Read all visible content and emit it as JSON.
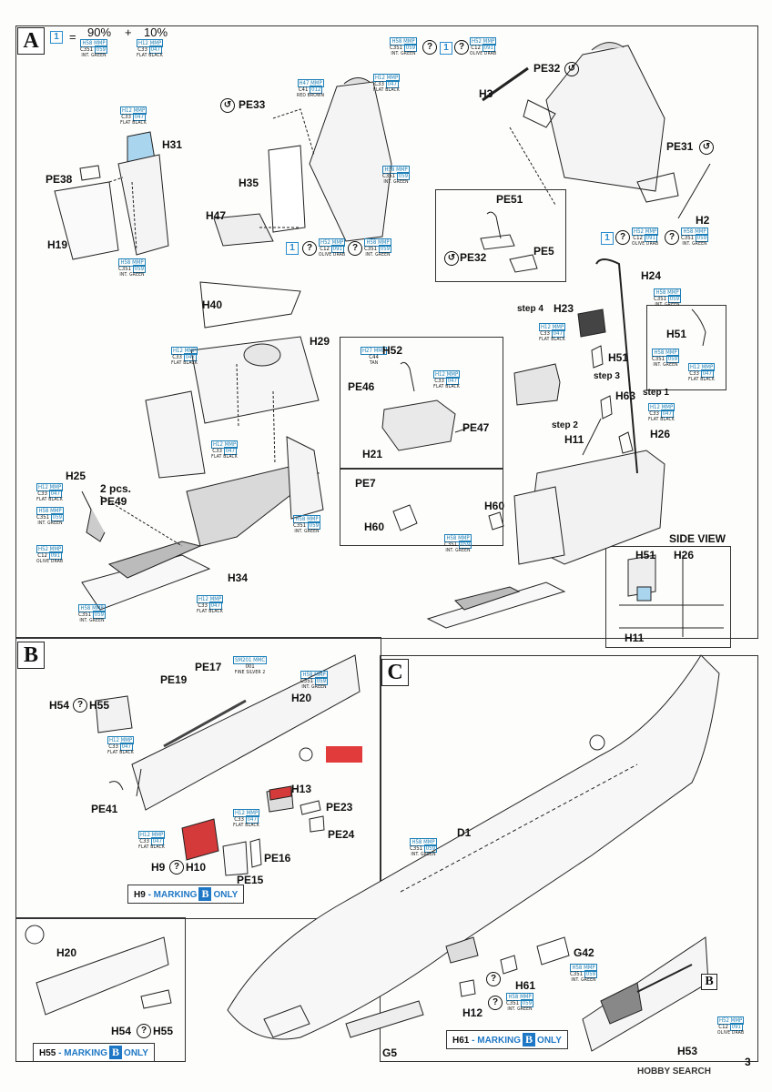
{
  "page_number": "3",
  "watermark": "HOBBY SEARCH",
  "sections": {
    "A": "A",
    "B": "B",
    "C": "C"
  },
  "mix": {
    "step": "1",
    "eq": "=",
    "pct1": "90%",
    "plus": "+",
    "pct2": "10%",
    "c1": {
      "mmp": "H58 MMP",
      "code": "C351",
      "num": "059",
      "name": "INT. GREEN"
    },
    "c2": {
      "mmp": "H12 MMP",
      "code": "C33",
      "num": "047",
      "name": "FLAT BLACK"
    }
  },
  "paints": {
    "intgreen": {
      "mmp": "H58 MMP",
      "code": "C351",
      "num": "059",
      "name": "INT. GREEN"
    },
    "flatblack": {
      "mmp": "H12 MMP",
      "code": "C33",
      "num": "047",
      "name": "FLAT BLACK"
    },
    "olivedrab": {
      "mmp": "H52 MMP",
      "code": "C12",
      "num": "091",
      "name": "OLIVE DRAB"
    },
    "redbrown": {
      "mmp": "H47 MMP",
      "code": "C41",
      "num": "012",
      "name": "RED BROWN"
    },
    "tan": {
      "mmp": "H27 MMP",
      "code": "C44",
      "num": "",
      "name": "TAN"
    },
    "silver": {
      "mmp": "SM201 MMC",
      "code": "001",
      "num": "",
      "name": "FINE SILVER 2"
    }
  },
  "labels": {
    "H31": "H31",
    "PE38": "PE38",
    "H19": "H19",
    "PE33": "PE33",
    "H35": "H35",
    "H47": "H47",
    "H3": "H3",
    "PE32": "PE32",
    "PE31": "PE31",
    "H2": "H2",
    "PE51": "PE51",
    "PE32b": "PE32",
    "PE5": "PE5",
    "H40": "H40",
    "H29": "H29",
    "H25": "H25",
    "two_pcs": "2 pcs.",
    "PE49": "PE49",
    "H34": "H34",
    "H52": "H52",
    "PE46": "PE46",
    "PE47": "PE47",
    "H21": "H21",
    "PE7": "PE7",
    "H60": "H60",
    "H60b": "H60",
    "step4": "step 4",
    "H23": "H23",
    "H24": "H24",
    "H51": "H51",
    "H51b": "H51",
    "step3": "step 3",
    "step1": "step 1",
    "H63": "H63",
    "step2": "step 2",
    "H11": "H11",
    "H26": "H26",
    "side_view": "SIDE VIEW",
    "sv_H51": "H51",
    "sv_H26": "H26",
    "sv_H11": "H11",
    "H54": "H54",
    "H55": "H55",
    "PE19": "PE19",
    "PE17": "PE17",
    "H20": "H20",
    "PE41": "PE41",
    "H13": "H13",
    "PE23": "PE23",
    "PE24": "PE24",
    "H9": "H9",
    "H10": "H10",
    "PE16": "PE16",
    "PE15": "PE15",
    "H20b": "H20",
    "H54b": "H54",
    "H55b": "H55",
    "D1": "D1",
    "G42": "G42",
    "H61": "H61",
    "H12": "H12",
    "G5": "G5",
    "H53": "H53",
    "Bref": "B"
  },
  "markings": {
    "m1": {
      "part": "H9",
      "text": "- MARKING",
      "letter": "B",
      "tail": "ONLY"
    },
    "m2": {
      "part": "H55",
      "text": "- MARKING",
      "letter": "B",
      "tail": "ONLY"
    },
    "m3": {
      "part": "H61",
      "text": "- MARKING",
      "letter": "B",
      "tail": "ONLY"
    }
  },
  "colors": {
    "accent_blue": "#1e77c4",
    "red_swatch": "#e23b3b",
    "light_blue": "#a9d5ee"
  }
}
